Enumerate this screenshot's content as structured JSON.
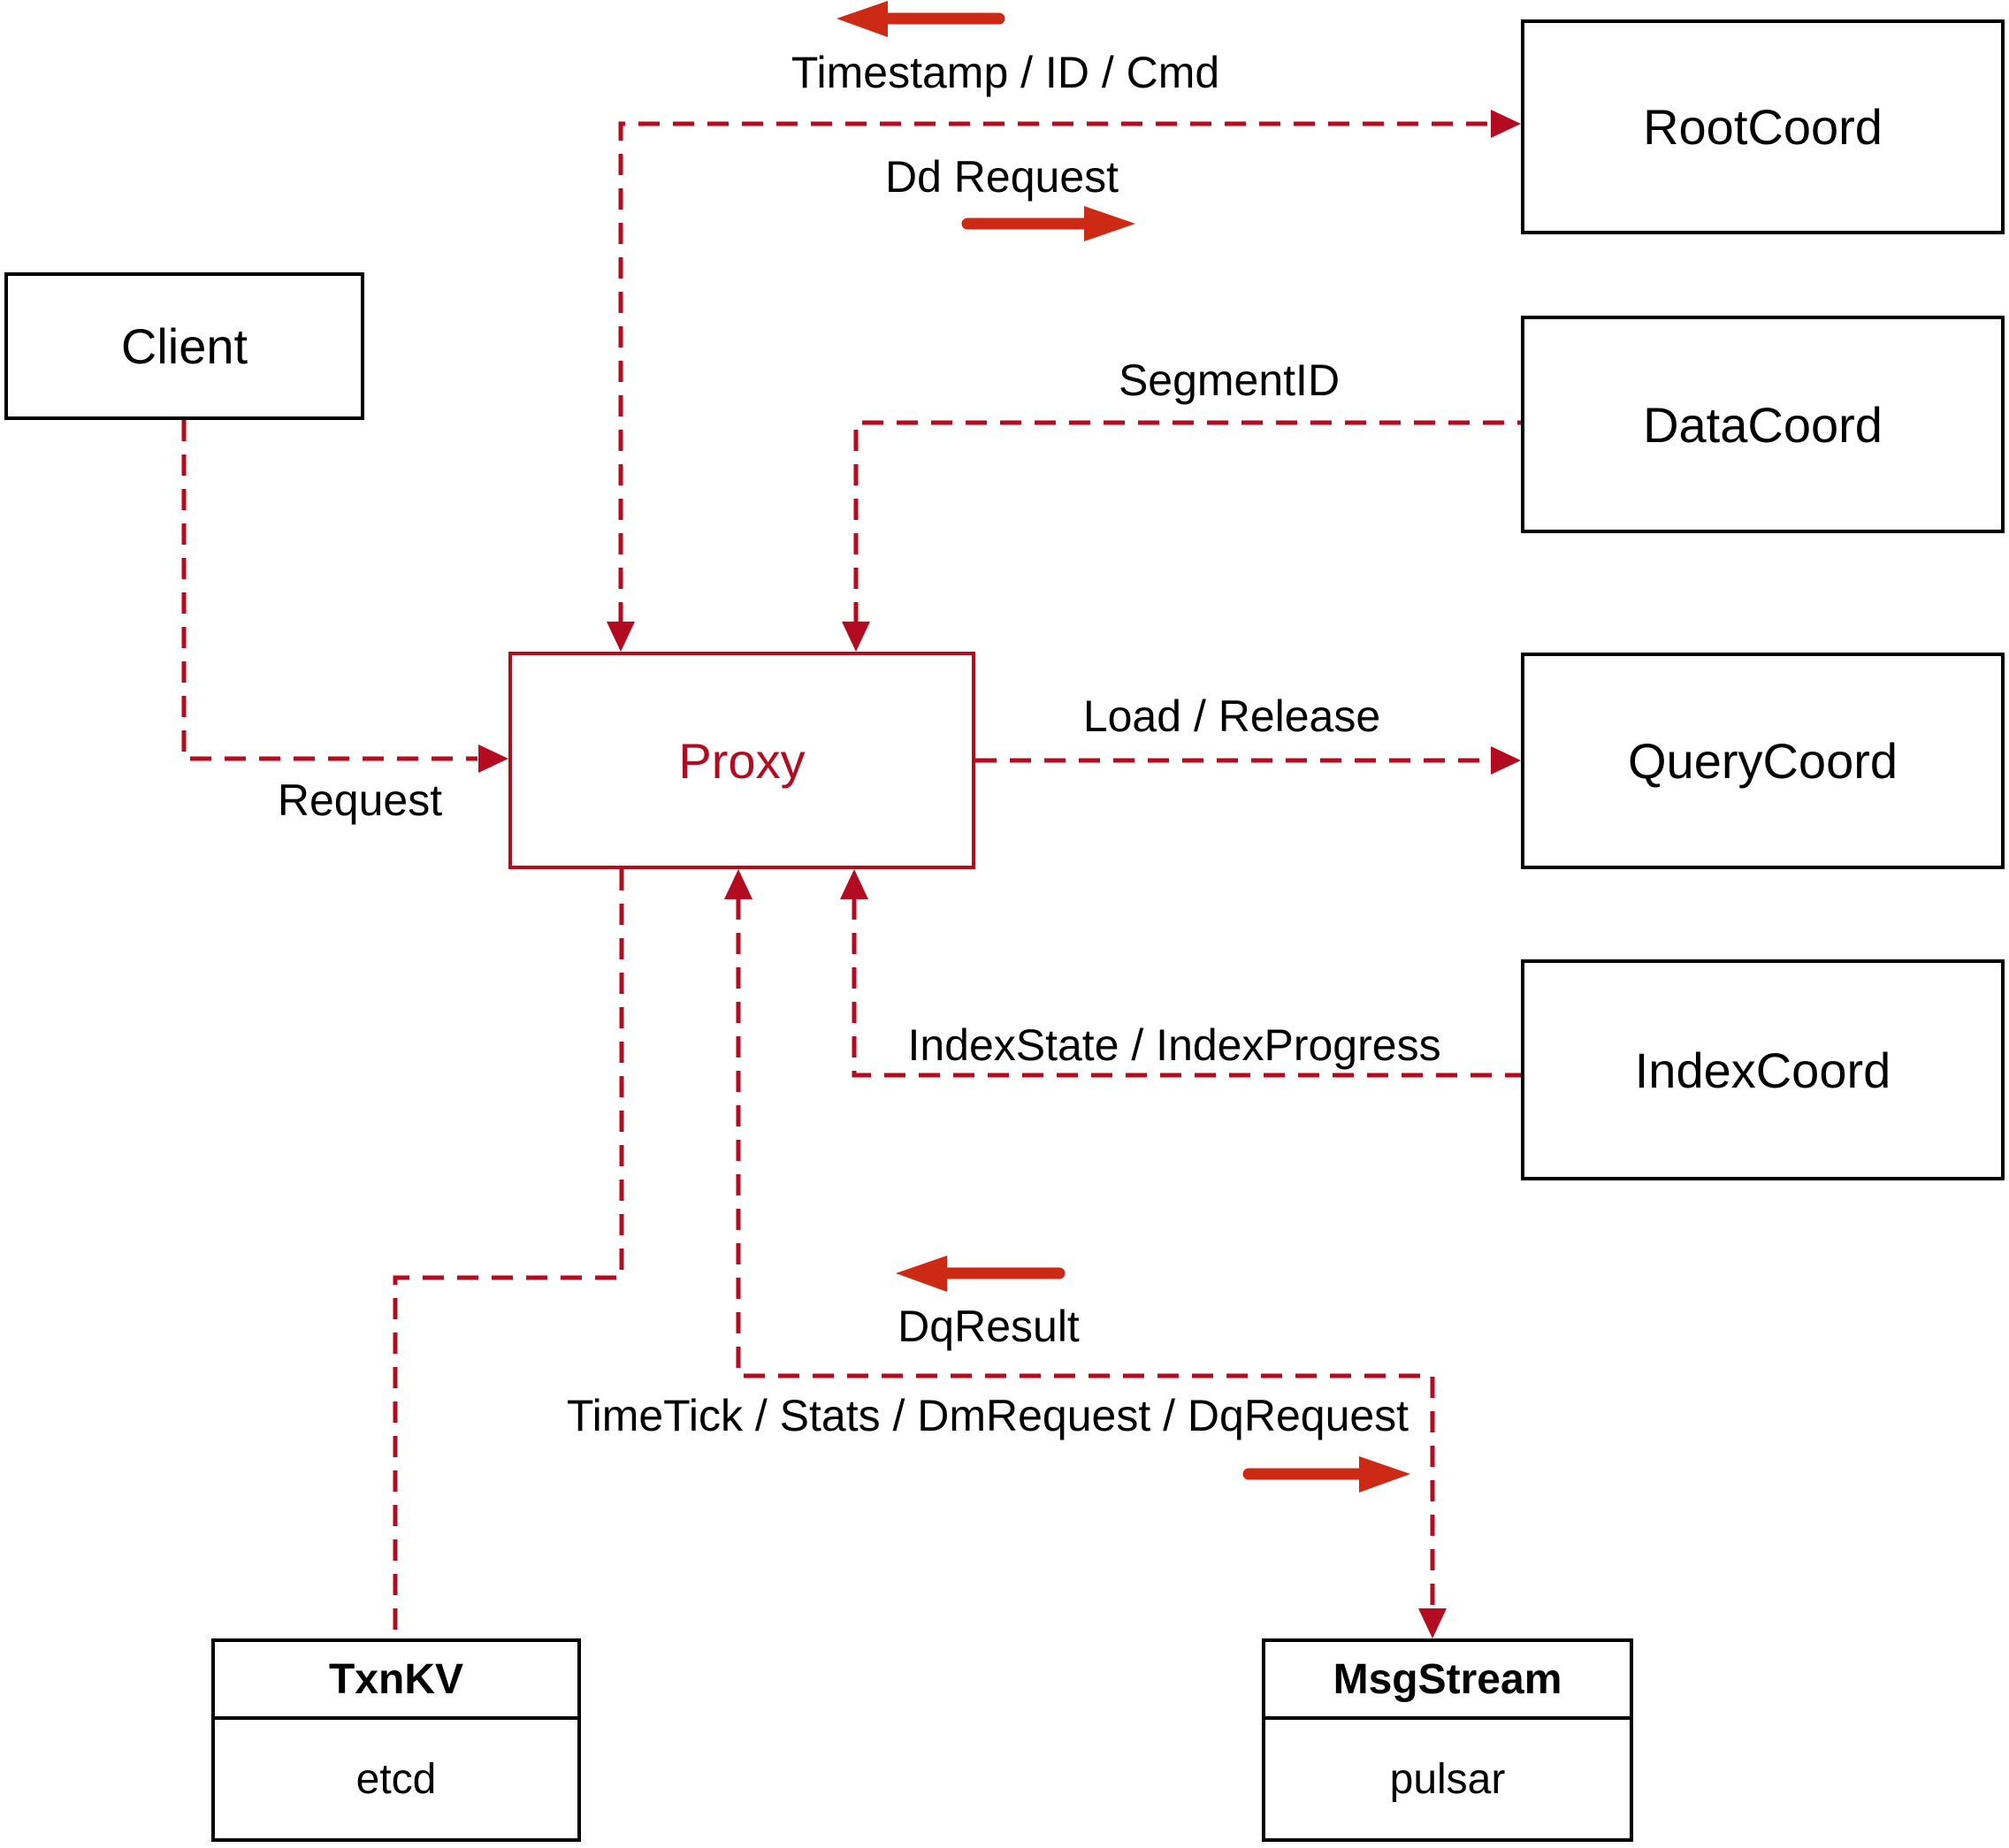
{
  "colors": {
    "background": "#ffffff",
    "connector": "#b30b20",
    "solid_arrow": "#cc2a14",
    "box_border": "#000000",
    "proxy_accent": "#b30b20",
    "text": "#000000"
  },
  "nodes": {
    "client": {
      "label": "Client"
    },
    "root_coord": {
      "label": "RootCoord"
    },
    "data_coord": {
      "label": "DataCoord"
    },
    "query_coord": {
      "label": "QueryCoord"
    },
    "index_coord": {
      "label": "IndexCoord"
    },
    "proxy": {
      "label": "Proxy"
    },
    "txn_kv": {
      "title": "TxnKV",
      "impl": "etcd"
    },
    "msg_stream": {
      "title": "MsgStream",
      "impl": "pulsar"
    }
  },
  "edges": {
    "client_to_proxy": {
      "label": "Request"
    },
    "proxy_rootcoord": {
      "label_from_root": "Timestamp / ID / Cmd",
      "label_to_root": "Dd Request"
    },
    "datacoord_to_proxy": {
      "label": "SegmentID"
    },
    "proxy_to_querycoord": {
      "label": "Load / Release"
    },
    "indexcoord_to_proxy": {
      "label": "IndexState / IndexProgress"
    },
    "proxy_msgstream": {
      "label_from_msgstream": "DqResult",
      "label_to_msgstream": "TimeTick / Stats / DmRequest / DqRequest"
    }
  }
}
